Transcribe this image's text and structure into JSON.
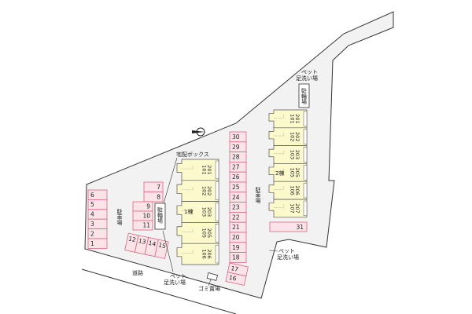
{
  "colors": {
    "site": "#f2f2f2",
    "outline": "#333333",
    "parking_fill": "#fbe3ea",
    "parking_stroke": "#d9667f",
    "building_fill": "#fcf9cd",
    "building_stroke": "#555555"
  },
  "labels": {
    "parking_left": "駐車場",
    "parking_right": "駐車場",
    "road": "道路",
    "delivery_box": "宅配ボックス",
    "garbage": "ゴミ置場",
    "pet_wash_1_a": "ペット",
    "pet_wash_1_b": "足洗い場",
    "pet_wash_2_a": "ペット",
    "pet_wash_2_b": "足洗い場",
    "pet_wash_3_a": "ペット",
    "pet_wash_3_b": "足洗い場",
    "bicycle_1": "駐輪場",
    "bicycle_2": "駐輪場",
    "building_1": "1棟",
    "building_2": "2棟"
  },
  "compass": "north-arrow-icon",
  "parking": {
    "left_column": [
      "6",
      "5",
      "4",
      "3",
      "2",
      "1"
    ],
    "mid_top": [
      "7",
      "8"
    ],
    "mid_column": [
      "9",
      "10",
      "11"
    ],
    "bottom_row": [
      "12",
      "13",
      "14",
      "15"
    ],
    "right_column": [
      "30",
      "29",
      "28",
      "27",
      "26",
      "25",
      "24",
      "23",
      "22",
      "21",
      "20",
      "19",
      "18"
    ],
    "bottom_right": [
      "17",
      "16"
    ],
    "single": "31"
  },
  "building_1_units": [
    [
      "201",
      "101"
    ],
    [
      "202",
      "102"
    ],
    [
      "203",
      "103"
    ],
    [
      "205",
      "105"
    ],
    [
      "206",
      "106"
    ]
  ],
  "building_2_units": [
    [
      "201",
      "101"
    ],
    [
      "202",
      "102"
    ],
    [
      "203",
      "103"
    ],
    [
      "205",
      "105"
    ],
    [
      "206",
      "106"
    ],
    [
      "207",
      "107"
    ]
  ]
}
